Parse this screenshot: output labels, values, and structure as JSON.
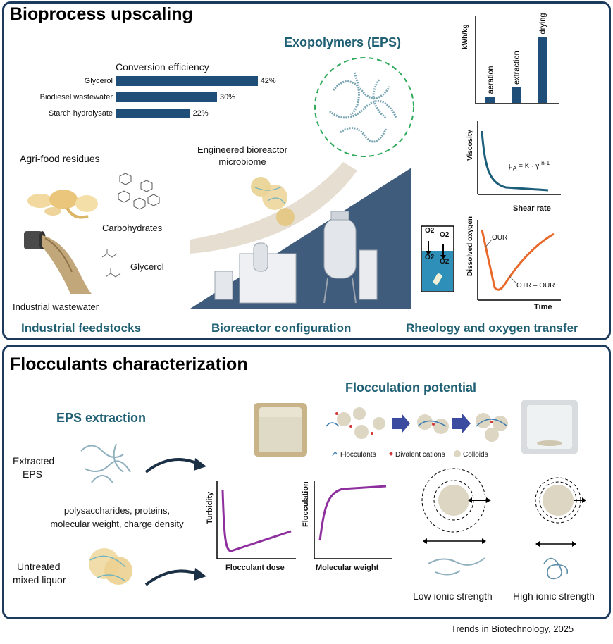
{
  "top": {
    "title": "Bioprocess upscaling",
    "conversion": {
      "title": "Conversion efficiency",
      "items": [
        {
          "label": "Glycerol",
          "value": 42,
          "text": "42%"
        },
        {
          "label": "Biodiesel wastewater",
          "value": 30,
          "text": "30%"
        },
        {
          "label": "Starch hydrolysate",
          "value": 22,
          "text": "22%"
        }
      ]
    },
    "eps_title": "Exopolymers (EPS)",
    "bioreactor_label": [
      "Engineered bioreactor",
      "microbiome"
    ],
    "feedstock_labels": {
      "agri": "Agri-food residues",
      "carbohydrates": "Carbohydrates",
      "glycerol": "Glycerol",
      "wastewater": "Industrial wastewater"
    },
    "sections": {
      "feedstocks": "Industrial feedstocks",
      "bioreactor": "Bioreactor configuration",
      "rheology": "Rheology and oxygen transfer"
    },
    "energy_chart": {
      "ylabel": "kWh/kg",
      "categories": [
        "aeration",
        "extraction",
        "drying"
      ],
      "values": [
        0.08,
        0.2,
        0.85
      ]
    },
    "viscosity_chart": {
      "ylabel": "Viscosity",
      "xlabel": "Shear rate",
      "equation": "μA = K · γ n-1",
      "eq_base": "μ",
      "eq_sub": "A",
      "eq_mid": " = K · γ ",
      "eq_sup": "n-1"
    },
    "oxygen_chart": {
      "ylabel": "Dissolved oxygen",
      "xlabel": "Time",
      "label_our": "OUR",
      "label_otr": "OTR – OUR"
    },
    "o2_labels": [
      "O2",
      "O2",
      "O2",
      "O2"
    ]
  },
  "bottom": {
    "title": "Flocculants characterization",
    "eps_extraction": "EPS extraction",
    "flocculation_potential": "Flocculation potential",
    "extracted_eps": [
      "Extracted",
      "EPS"
    ],
    "properties": [
      "polysaccharides, proteins,",
      "molecular weight, charge density"
    ],
    "untreated": [
      "Untreated",
      "mixed liquor"
    ],
    "legend": {
      "flocculants": "Flocculants",
      "cations": "Divalent cations",
      "colloids": "Colloids"
    },
    "turbidity_chart": {
      "ylabel": "Turbidity",
      "xlabel": "Flocculant dose"
    },
    "flocculation_chart": {
      "ylabel": "Flocculation",
      "xlabel": "Molecular weight"
    },
    "ionic": {
      "low": "Low ionic strength",
      "high": "High ionic strength"
    }
  },
  "citation": "Trends in Biotechnology, 2025",
  "colors": {
    "frame": "#1b3a5c",
    "bar": "#1f4e79",
    "teal": "#1f5f73",
    "orange": "#e8692a",
    "purple": "#8e2f9e",
    "colloid": "#ddd6c3",
    "green_dash": "#2eaa5a"
  }
}
